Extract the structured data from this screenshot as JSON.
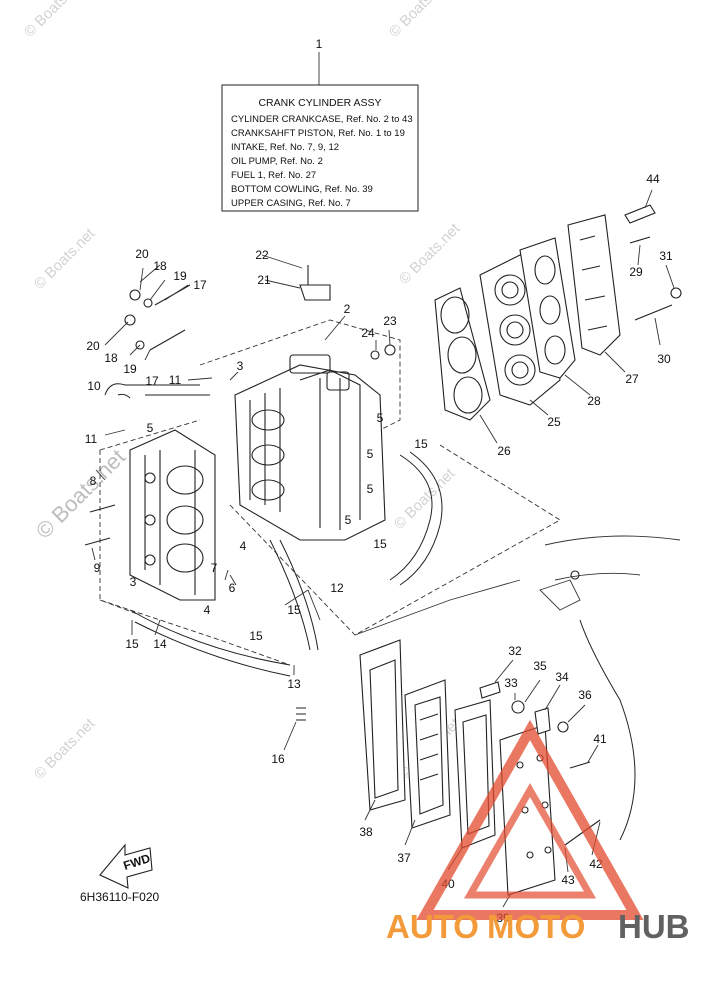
{
  "watermarks": {
    "site": "© Boats.net"
  },
  "info_box": {
    "title": "CRANK CYLINDER ASSY",
    "lines": [
      "CYLINDER CRANKCASE,   Ref. No. 2  to 43",
      "CRANKSAHFT PISTON,   Ref. No. 1  to  19",
      "INTAKE,   Ref. No. 7, 9, 12",
      "OIL PUMP,   Ref. No. 2",
      "FUEL  1,   Ref. No. 27",
      "BOTTOM COWLING,   Ref. No. 39",
      "UPPER CASING,   Ref. No. 7"
    ]
  },
  "callouts": {
    "c1": "1",
    "c2": "2",
    "c3a": "3",
    "c3b": "3",
    "c4a": "4",
    "c4b": "4",
    "c5a": "5",
    "c5b": "5",
    "c5c": "5",
    "c5d": "5",
    "c5e": "5",
    "c6": "6",
    "c7": "7",
    "c8": "8",
    "c9": "9",
    "c10": "10",
    "c11a": "11",
    "c11b": "11",
    "c12": "12",
    "c13": "13",
    "c14": "14",
    "c15a": "15",
    "c15b": "15",
    "c15c": "15",
    "c15d": "15",
    "c15e": "15",
    "c16": "16",
    "c17a": "17",
    "c17b": "17",
    "c18a": "18",
    "c18b": "18",
    "c19a": "19",
    "c19b": "19",
    "c20a": "20",
    "c20b": "20",
    "c21": "21",
    "c22": "22",
    "c23": "23",
    "c24": "24",
    "c25": "25",
    "c26": "26",
    "c27": "27",
    "c28": "28",
    "c29": "29",
    "c30": "30",
    "c31": "31",
    "c32": "32",
    "c33": "33",
    "c34": "34",
    "c35": "35",
    "c36": "36",
    "c37": "37",
    "c38": "38",
    "c39": "39",
    "c40": "40",
    "c41": "41",
    "c42": "42",
    "c43": "43",
    "c44": "44"
  },
  "fwd_label": "FWD",
  "diagram_code": "6H36110-F020",
  "logo": {
    "part1": "AUTO",
    "part2": "MOTO",
    "part3": "HUB",
    "color_orange": "#f39a3a",
    "color_gray": "#616161",
    "color_red": "#e24a2d"
  }
}
